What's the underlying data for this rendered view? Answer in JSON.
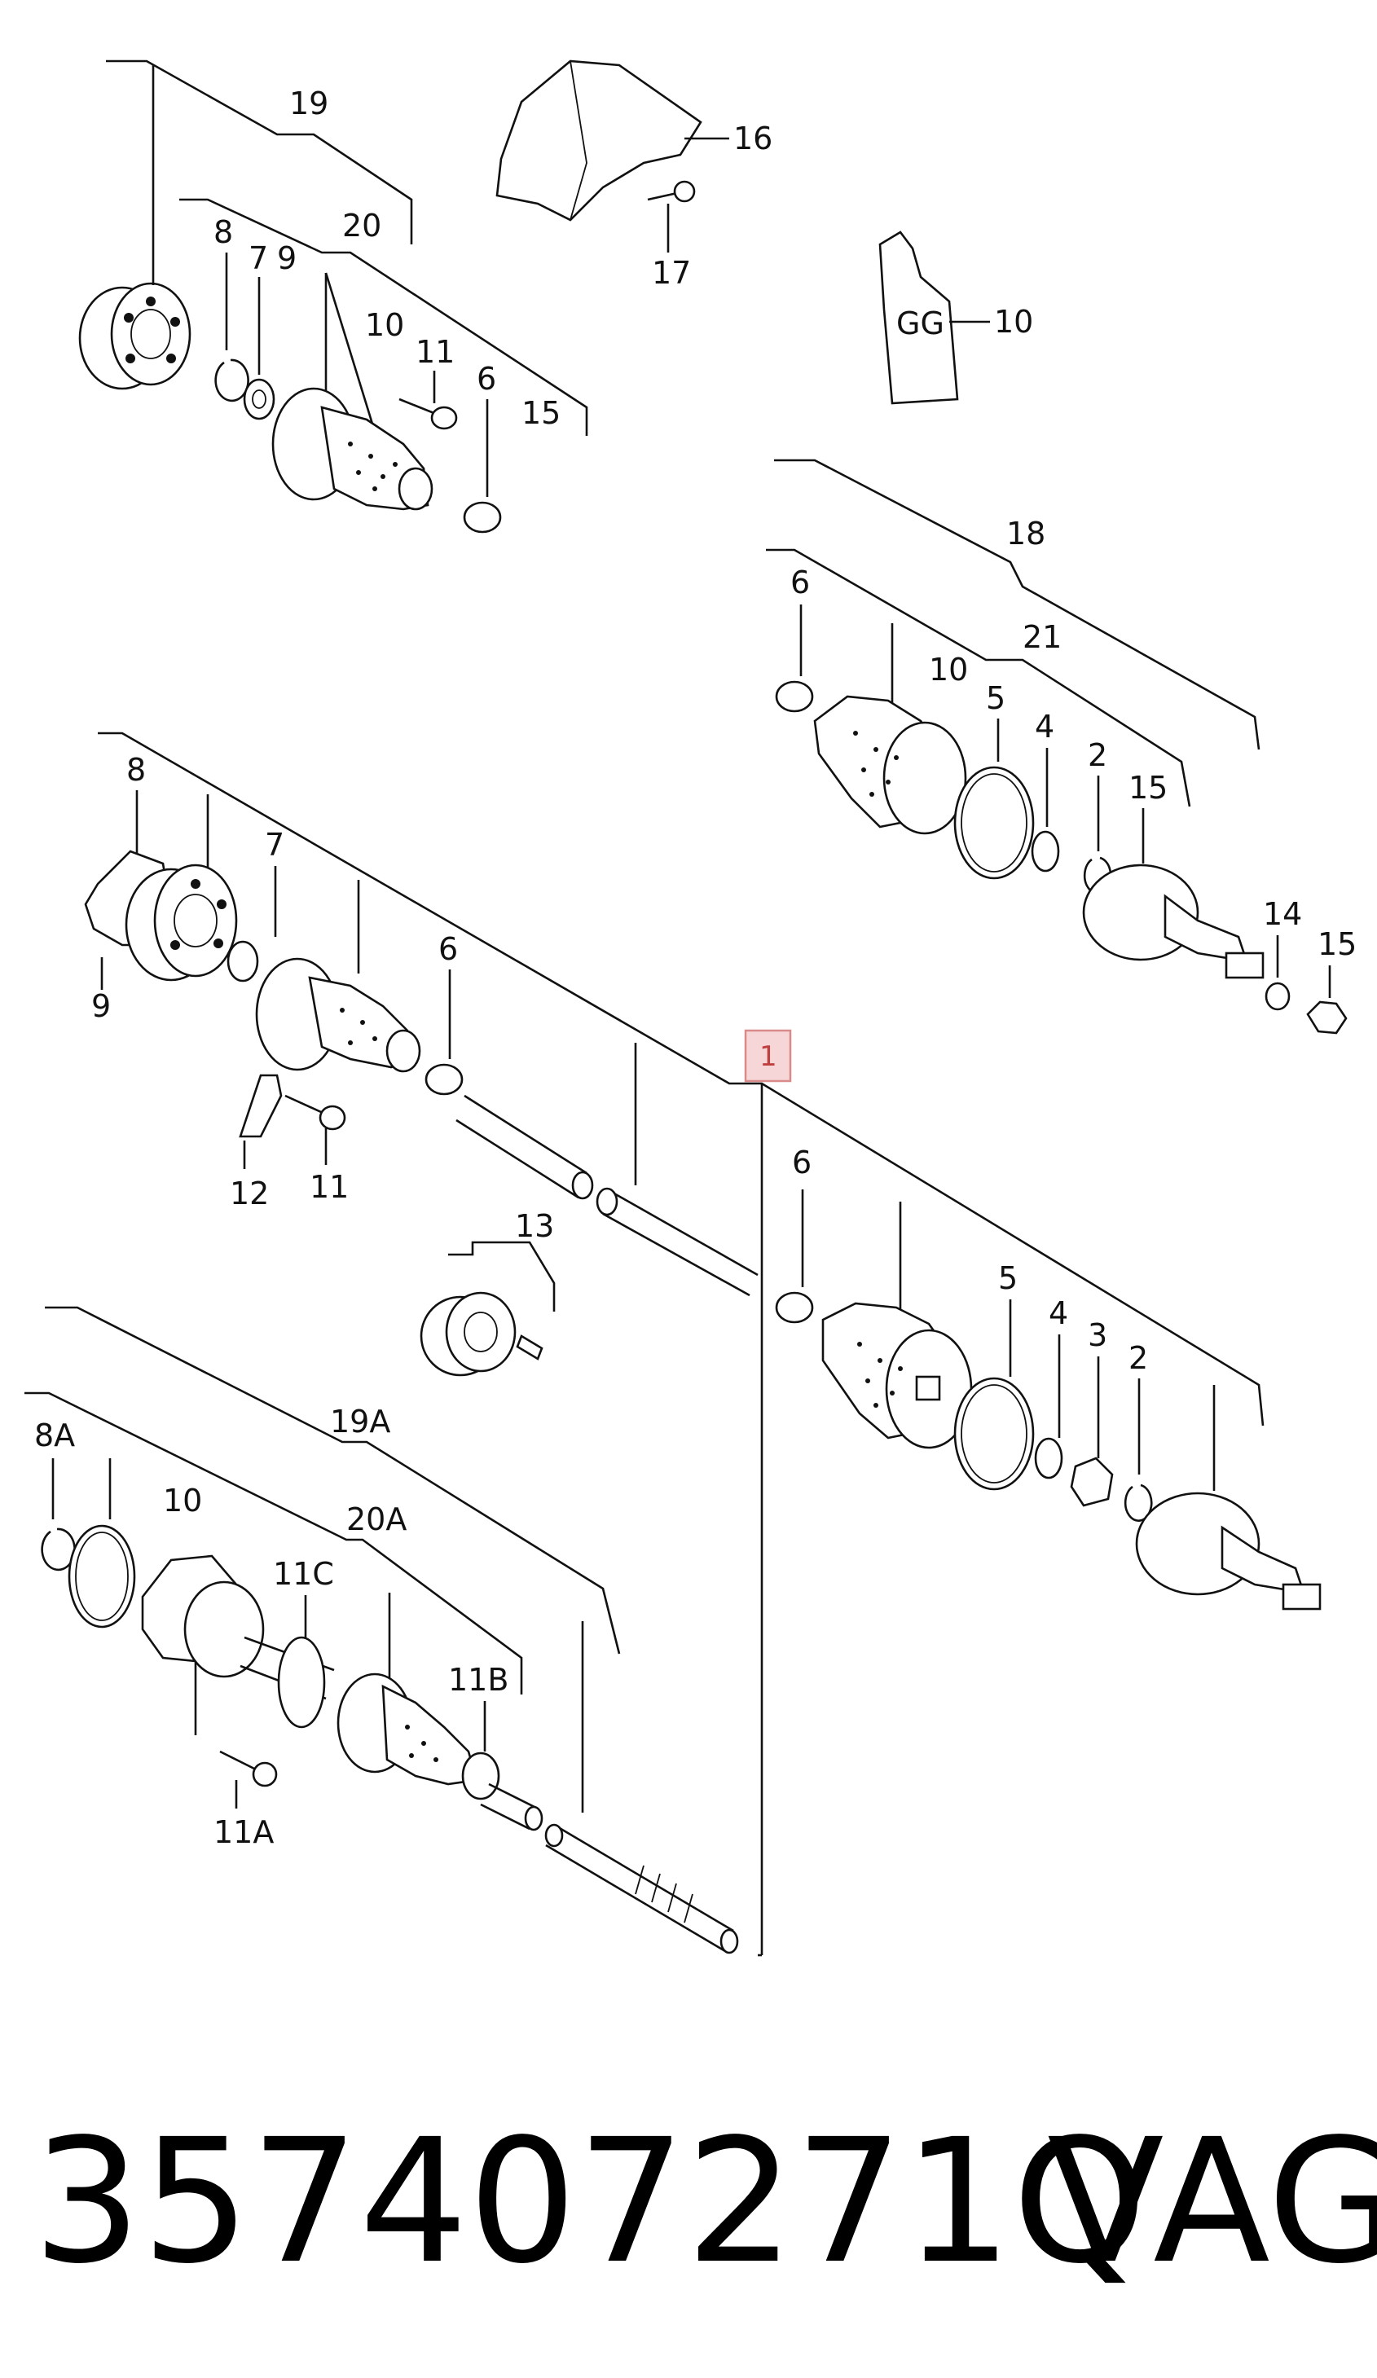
{
  "callouts": {
    "c19": "19",
    "c20": "20",
    "c16": "16",
    "c17": "17",
    "c10a": "10",
    "c8a": "8",
    "c7a": "7",
    "c9a": "9",
    "c10b": "10",
    "c11a": "11",
    "c6a": "6",
    "c15a": "15",
    "c18": "18",
    "c6b": "6",
    "c10c": "10",
    "c21": "21",
    "c5a": "5",
    "c4a": "4",
    "c2a": "2",
    "c15b": "15",
    "c14": "14",
    "c15c": "15",
    "c8b": "8",
    "c7b": "7",
    "c9b": "9",
    "c6c": "6",
    "c12": "12",
    "c11b": "11",
    "c1": "1",
    "c13": "13",
    "c6d": "6",
    "c5b": "5",
    "c4b": "4",
    "c3": "3",
    "c2b": "2",
    "c19A": "19A",
    "c8A": "8A",
    "c10d": "10",
    "c20A": "20A",
    "c11C": "11C",
    "c11B": "11B",
    "c11A": "11A"
  },
  "grease_tube_label": "GG",
  "footer": {
    "part_number": "357407271Q",
    "brand": "VAG"
  },
  "highlight_color": "#f6d6d6"
}
